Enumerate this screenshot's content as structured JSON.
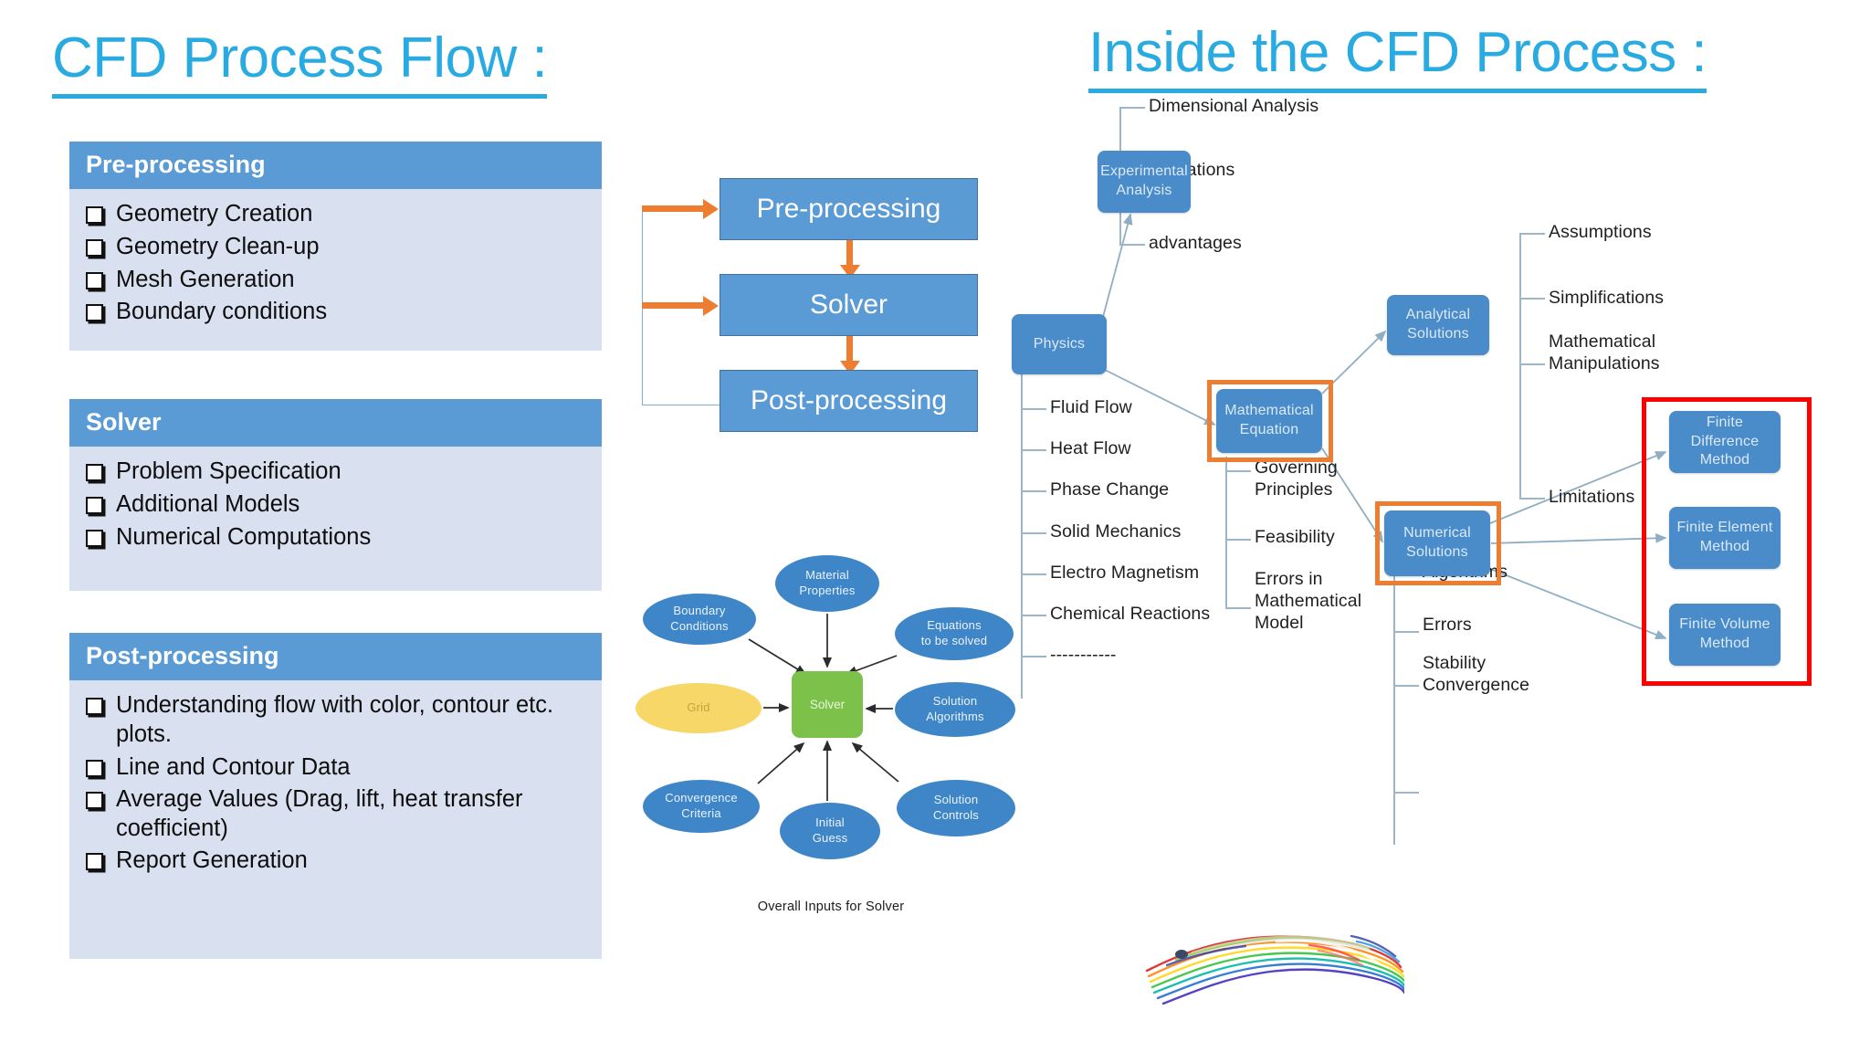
{
  "titles": {
    "left": "CFD Process Flow :",
    "right": "Inside the CFD Process :"
  },
  "colors": {
    "title": "#29ABE2",
    "panel_header": "#5b9bd5",
    "panel_body": "#d9e1f0",
    "flow_arrow": "#ed7d31",
    "mindmap_node": "#4a8bc9",
    "highlight_orange": "#ed7d31",
    "highlight_red": "#ff0000",
    "solver_center": "#7cc24a",
    "grid_ellipse": "#f6d768"
  },
  "panels": [
    {
      "header": "Pre-processing",
      "items": [
        "Geometry Creation",
        "Geometry Clean-up",
        "Mesh Generation",
        "Boundary conditions"
      ]
    },
    {
      "header": "Solver",
      "items": [
        "Problem Specification",
        "Additional Models",
        "Numerical Computations"
      ]
    },
    {
      "header": "Post-processing",
      "items": [
        "Understanding flow with color, contour etc. plots.",
        "Line and Contour Data",
        "Average Values (Drag, lift, heat transfer coefficient)",
        "Report Generation"
      ]
    }
  ],
  "flowchart": {
    "boxes": [
      "Pre-processing",
      "Solver",
      "Post-processing"
    ]
  },
  "solver_diagram": {
    "center": "Solver",
    "caption": "Overall Inputs for Solver",
    "inputs": [
      "Material Properties",
      "Boundary Conditions",
      "Equations to be solved",
      "Grid",
      "Solution Algorithms",
      "Convergence Criteria",
      "Initial Guess",
      "Solution Controls"
    ],
    "input_lines": {
      "material": [
        "Material",
        "Properties"
      ],
      "boundary": [
        "Boundary",
        "Conditions"
      ],
      "equations": [
        "Equations",
        "to be solved"
      ],
      "grid": [
        "Grid"
      ],
      "algorithms": [
        "Solution",
        "Algorithms"
      ],
      "convergence": [
        "Convergence",
        "Criteria"
      ],
      "initial": [
        "Initial",
        "Guess"
      ],
      "controls": [
        "Solution",
        "Controls"
      ]
    }
  },
  "mindmap": {
    "nodes": {
      "experimental": [
        "Experimental",
        "Analysis"
      ],
      "physics": [
        "Physics"
      ],
      "mathematical": [
        "Mathematical",
        "Equation"
      ],
      "analytical": [
        "Analytical",
        "Solutions"
      ],
      "numerical": [
        "Numerical",
        "Solutions"
      ],
      "fdm": [
        "Finite Difference",
        "Method"
      ],
      "fem": [
        "Finite Element",
        "Method"
      ],
      "fvm": [
        "Finite Volume",
        "Method"
      ]
    },
    "experimental_children": [
      "Dimensional Analysis",
      "Limitations",
      "advantages"
    ],
    "physics_children": [
      "Fluid Flow",
      "Heat Flow",
      "Phase Change",
      "Solid Mechanics",
      "Electro Magnetism",
      "Chemical Reactions",
      "-----------"
    ],
    "mathematical_children": [
      "Governing Principles",
      "Feasibility",
      "Errors in Mathematical Model"
    ],
    "analytical_children": [
      "Assumptions",
      "Simplifications",
      "Mathematical Manipulations",
      "Limitations"
    ],
    "numerical_children": [
      "Algorithms",
      "Errors",
      "Stability Convergence"
    ]
  }
}
